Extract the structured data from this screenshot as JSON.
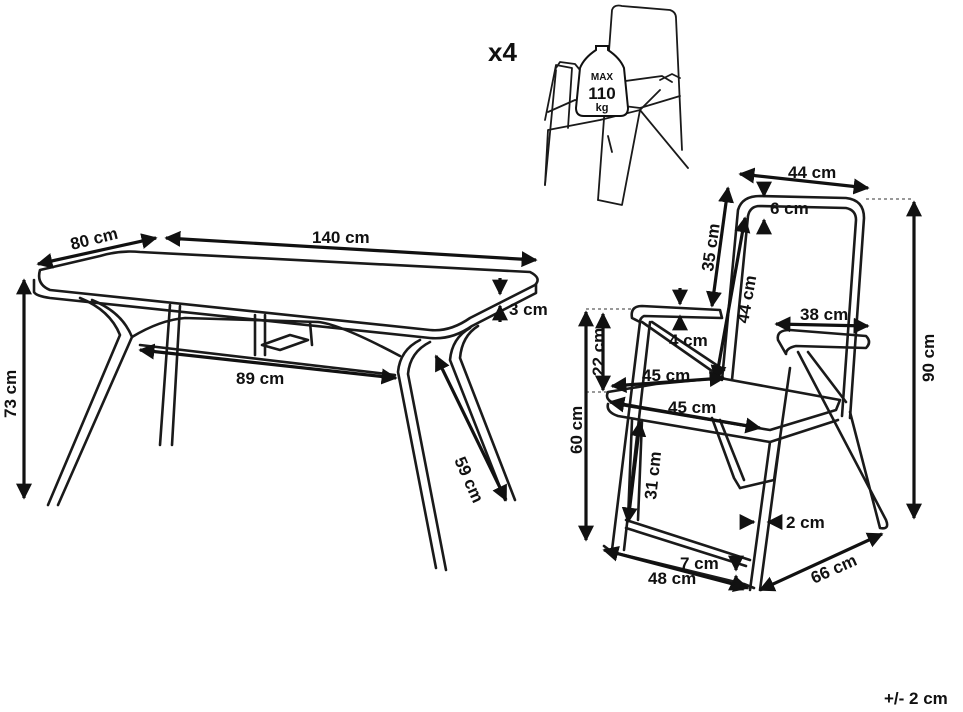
{
  "quantity": "x4",
  "weight_badge": {
    "line1": "MAX",
    "line2": "110",
    "line3": "kg"
  },
  "table": {
    "width": "80 cm",
    "length": "140 cm",
    "top_thickness": "3 cm",
    "height": "73 cm",
    "crossbar": "89 cm",
    "leg": "59 cm"
  },
  "chair": {
    "top_width": "44 cm",
    "frame_tube": "6 cm",
    "back_lower": "35 cm",
    "back_height": "44 cm",
    "armrest_length": "38 cm",
    "total_height": "90 cm",
    "arm_height": "22 cm",
    "arm_thickness": "4 cm",
    "seat_depth_1": "45 cm",
    "seat_depth_2": "45 cm",
    "seat_height": "60 cm",
    "leg_height": "31 cm",
    "tube_width": "2 cm",
    "foot_height": "7 cm",
    "base_width": "48 cm",
    "base_depth": "66 cm"
  },
  "tolerance": "+/- 2 cm"
}
